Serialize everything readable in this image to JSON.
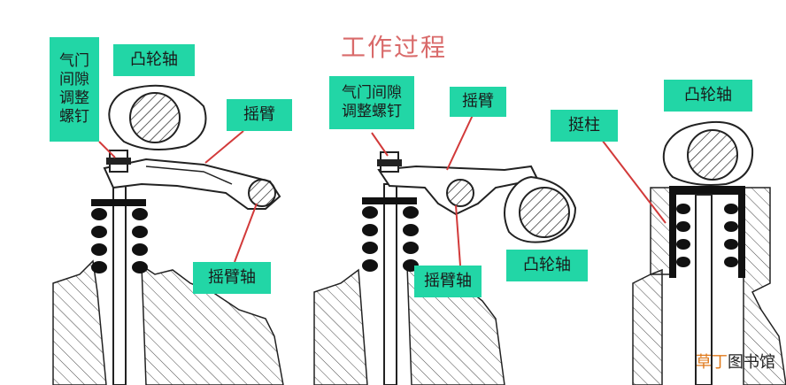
{
  "title": "工作过程",
  "panel1": {
    "label_screw": [
      "气门",
      "间隙",
      "调整",
      "螺钉"
    ],
    "label_camshaft": "凸轮轴",
    "label_rocker": "摇臂",
    "label_rocker_shaft": "摇臂轴"
  },
  "panel2": {
    "label_screw": [
      "气门间隙",
      "调整螺钉"
    ],
    "label_rocker": "摇臂",
    "label_rocker_shaft": "摇臂轴",
    "label_camshaft": "凸轮轴"
  },
  "panel3": {
    "label_camshaft": "凸轮轴",
    "label_tappet": "挺柱"
  },
  "watermark": {
    "part1": "草丁",
    "part2": "图书馆"
  },
  "colors": {
    "label_bg": "#22d6a6",
    "leader": "#d23a3a",
    "title": "#d96a6a"
  }
}
